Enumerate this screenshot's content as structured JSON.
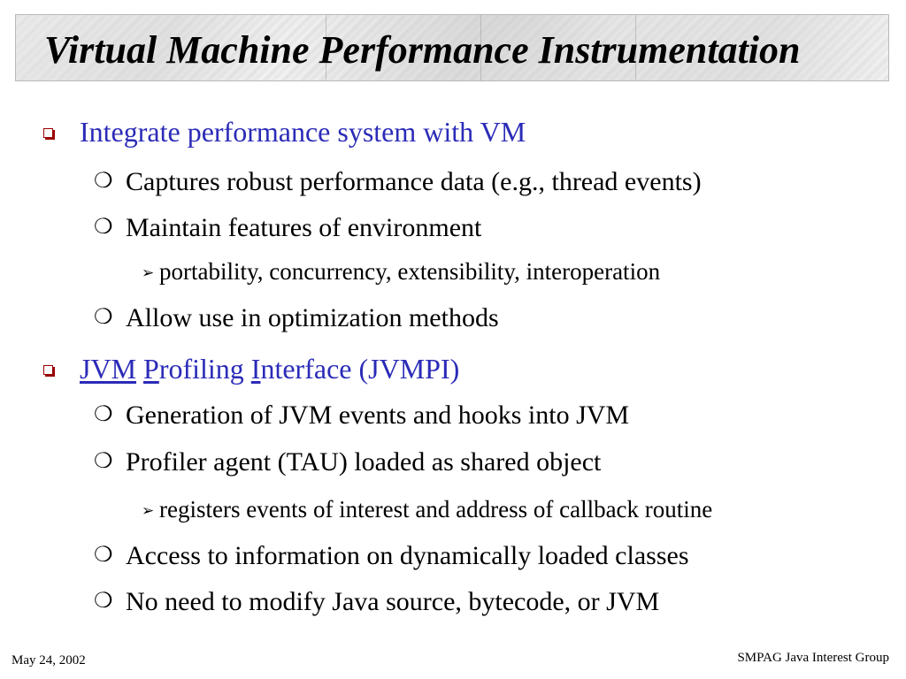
{
  "slide": {
    "title": "Virtual Machine Performance Instrumentation",
    "bullets": [
      {
        "level": 1,
        "text": "Integrate performance system with VM"
      },
      {
        "level": 2,
        "text": "Captures robust performance data (e.g., thread events)"
      },
      {
        "level": 2,
        "text": "Maintain features of environment"
      },
      {
        "level": 3,
        "text": "portability, concurrency, extensibility, interoperation"
      },
      {
        "level": 2,
        "text": "Allow use in optimization methods"
      },
      {
        "level": 1,
        "parts": [
          "JVM",
          " ",
          "P",
          "rofiling ",
          "I",
          "nterface (JVMPI)"
        ]
      },
      {
        "level": 2,
        "text": "Generation of JVM events and hooks into JVM"
      },
      {
        "level": 2,
        "text": "Profiler agent (TAU) loaded as shared object"
      },
      {
        "level": 3,
        "text": "registers events of interest and address of callback routine"
      },
      {
        "level": 2,
        "text": "Access to information on dynamically loaded classes"
      },
      {
        "level": 2,
        "text": "No need to modify Java source, bytecode, or JVM"
      }
    ]
  },
  "footer": {
    "date": "May 24, 2002",
    "group": "SMPAG Java Interest Group"
  },
  "colors": {
    "level1_text": "#2b2bb8",
    "square_bullet": "#990000"
  },
  "icons": {
    "level1_bullet": "hollow-square-bullet-icon",
    "level2_bullet": "hollow-circle-bullet-icon",
    "level3_bullet": "arrowhead-bullet-icon"
  }
}
